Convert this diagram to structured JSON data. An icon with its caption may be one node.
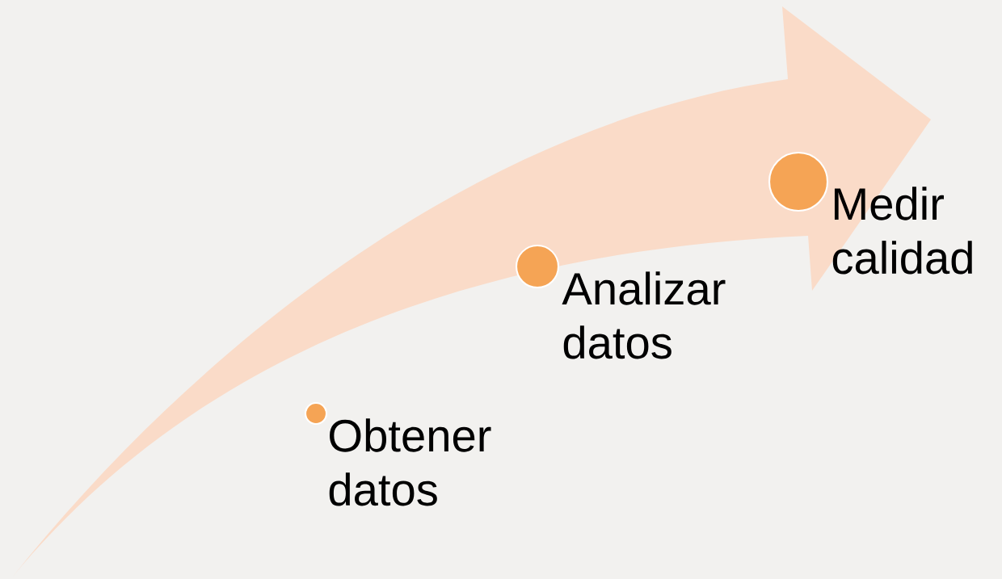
{
  "diagram": {
    "nodes": [
      {
        "text": [],
        "shape": "circle",
        "beside": [
          "Obtener datos"
        ]
      },
      {
        "text": [],
        "shape": "circle",
        "beside": [
          "Analizar datos"
        ]
      },
      {
        "text": [],
        "shape": "circle",
        "beside": [
          "Medir calidad"
        ]
      }
    ]
  }
}
